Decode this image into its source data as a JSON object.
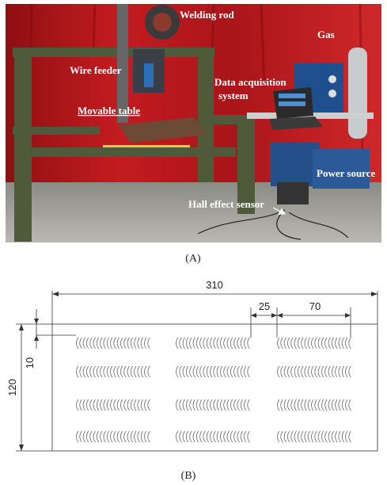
{
  "panel_a": {
    "caption": "(A)",
    "labels": {
      "welding_rod": "Welding rod",
      "gas": "Gas",
      "wire_feeder": "Wire feeder",
      "data_acquisition_1": "Data acquisition",
      "data_acquisition_2": "system",
      "movable_table": "Movable table",
      "power_source": "Power source",
      "hall_effect_sensor": "Hall effect sensor"
    },
    "colors": {
      "curtain": "#b5161a",
      "frame": "#4f5a3a",
      "machine": "#1f4f8f"
    }
  },
  "panel_b": {
    "caption": "(B)",
    "dimensions": {
      "length": "310",
      "width": "120",
      "gap": "25",
      "bead_length": "70",
      "edge_offset": "10"
    },
    "bead_rows": 4,
    "bead_columns": 3
  }
}
